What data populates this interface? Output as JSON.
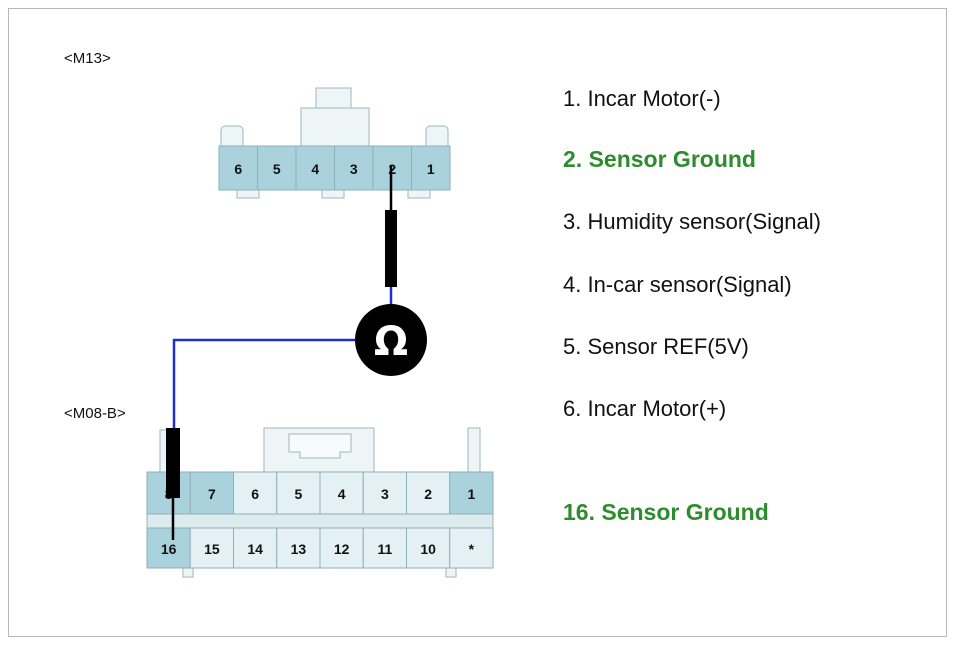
{
  "diagram": {
    "connector_top": {
      "label": "<M13>",
      "pins": [
        "6",
        "5",
        "4",
        "3",
        "2",
        "1"
      ]
    },
    "connector_bottom": {
      "label": "<M08-B>",
      "top_row": [
        "8",
        "7",
        "6",
        "5",
        "4",
        "3",
        "2",
        "1"
      ],
      "bottom_row": [
        "16",
        "15",
        "14",
        "13",
        "12",
        "11",
        "10",
        "*"
      ]
    },
    "meter_symbol": "Ω",
    "colors": {
      "pin_highlight": "#a9d2dc",
      "pin_normal": "#e4f0f3",
      "wire": "#1f2fd0",
      "probe": "#000000",
      "highlight_text": "#2e8b2e"
    }
  },
  "legend": {
    "items": [
      {
        "text": "1. Incar Motor(-)",
        "highlight": false
      },
      {
        "text": "2. Sensor Ground",
        "highlight": true
      },
      {
        "text": "3. Humidity sensor(Signal)",
        "highlight": false
      },
      {
        "text": "4. In-car sensor(Signal)",
        "highlight": false
      },
      {
        "text": "5. Sensor REF(5V)",
        "highlight": false
      },
      {
        "text": "6. Incar Motor(+)",
        "highlight": false
      }
    ],
    "footer": {
      "text": "16. Sensor Ground",
      "highlight": true
    }
  }
}
